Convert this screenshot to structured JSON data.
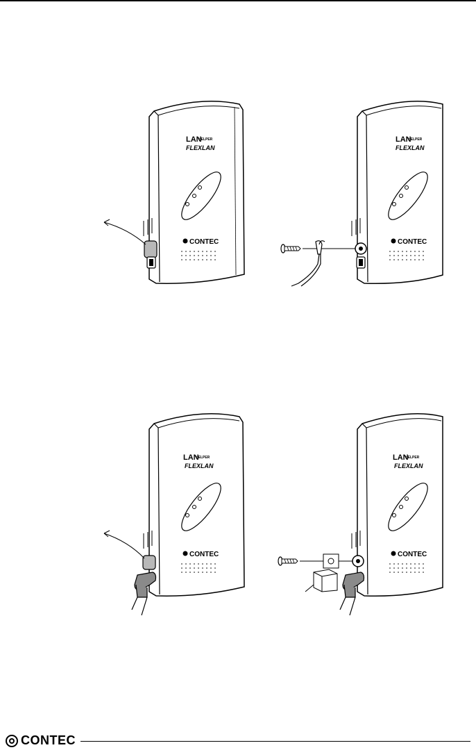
{
  "device": {
    "brand_logo": "LAN",
    "brand_sub": "HELPER",
    "product": "FLEXLAN",
    "maker": "CONTEC"
  },
  "figures": [
    {
      "name": "top-left",
      "variant": "cover-removed"
    },
    {
      "name": "top-right",
      "variant": "ground-wire-screw"
    },
    {
      "name": "bottom-left",
      "variant": "cable-cover-removed"
    },
    {
      "name": "bottom-right",
      "variant": "cable-screw-clamp"
    }
  ],
  "footer": {
    "logo_text": "CONTEC"
  },
  "colors": {
    "ink": "#000000",
    "device_fill": "#ffffff",
    "port_gray": "#b8b8b8",
    "cable_dark": "#8a8a8a"
  }
}
